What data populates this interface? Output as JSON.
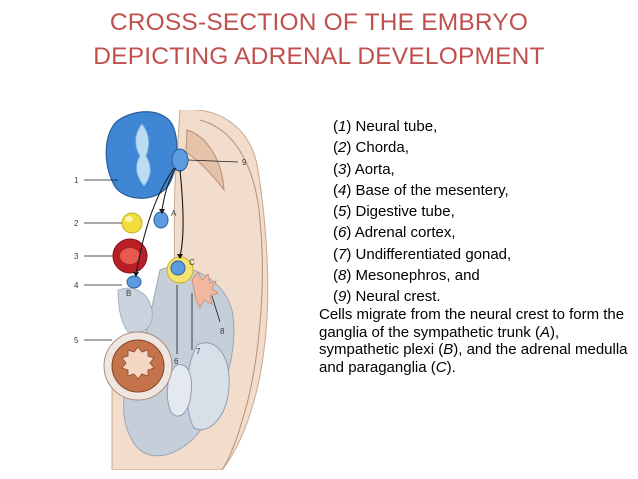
{
  "title": {
    "line1": "CROSS-SECTION OF THE EMBRYO",
    "line2": "DEPICTING ADRENAL DEVELOPMENT"
  },
  "figure": {
    "labels_left": [
      "1",
      "2",
      "3",
      "4",
      "5"
    ],
    "labels_bottom": [
      "6",
      "7",
      "8"
    ],
    "label_right": "9",
    "letters": [
      "A",
      "B",
      "C"
    ]
  },
  "legend": [
    {
      "num": "1",
      "text": "Neural tube,"
    },
    {
      "num": "2",
      "text": "Chorda,"
    },
    {
      "num": "3",
      "text": "Aorta,"
    },
    {
      "num": "4",
      "text": "Base of the mesentery,"
    },
    {
      "num": "5",
      "text": "Digestive tube,"
    },
    {
      "num": "6",
      "text": "Adrenal cortex,"
    },
    {
      "num": "7",
      "text": "Undifferentiated gonad,"
    },
    {
      "num": "8",
      "text": "Mesonephros, and"
    },
    {
      "num": "9",
      "text": "Neural crest."
    }
  ],
  "caption": {
    "p1": "Cells migrate from the neural crest to form the ganglia of the sympathetic trunk (",
    "a": "A",
    "p2": "), sympathetic plexi (",
    "b": "B",
    "p3": "), and the adrenal medulla and paraganglia (",
    "c": "C",
    "p4": ")."
  },
  "colors": {
    "title": "#c0504d",
    "neural_tube": "#3f86d4",
    "chorda": "#e6d22c",
    "aorta": "#b82025",
    "digestive_tube": "#c4734a",
    "body_wall": "#e8c8b0",
    "mesentery": "#bcc8d6"
  }
}
